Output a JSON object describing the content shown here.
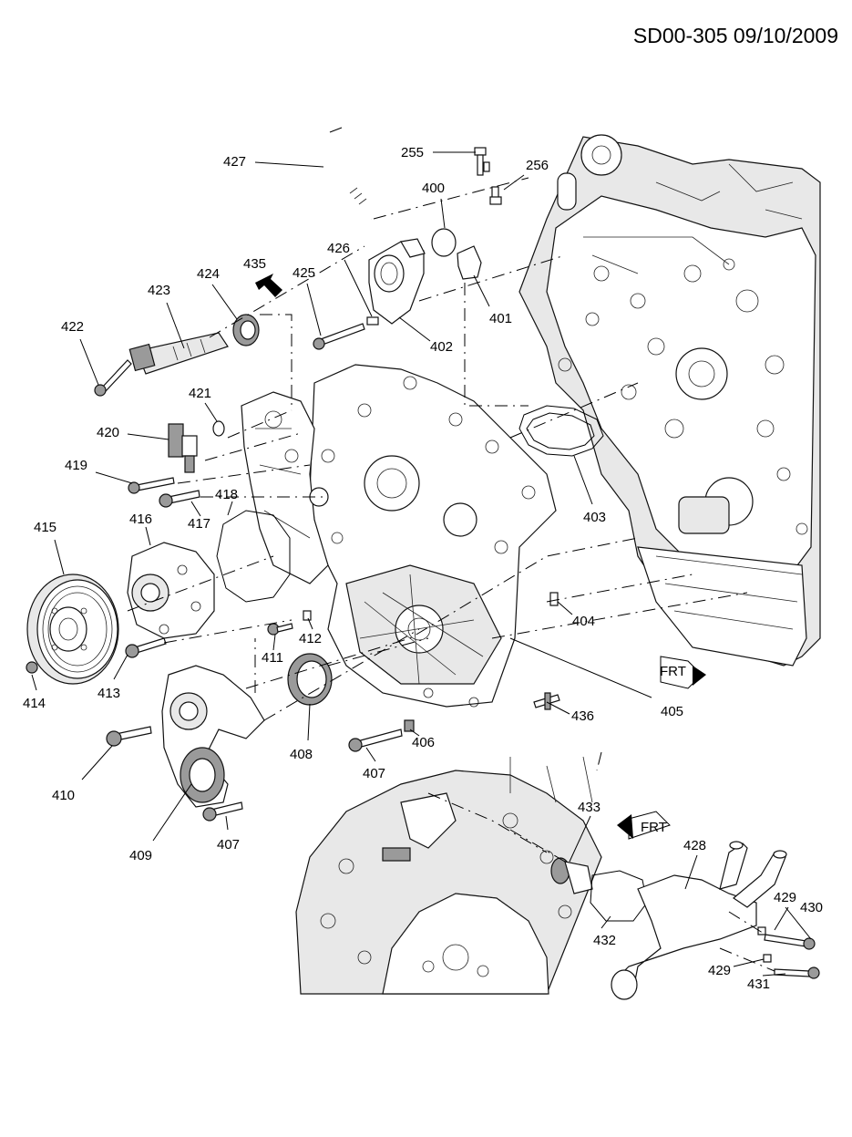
{
  "header": {
    "doc_id": "SD00-305 09/10/2009"
  },
  "callouts": [
    {
      "number": "255"
    },
    {
      "number": "256"
    },
    {
      "number": "400"
    },
    {
      "number": "401"
    },
    {
      "number": "402"
    },
    {
      "number": "403"
    },
    {
      "number": "404"
    },
    {
      "number": "405"
    },
    {
      "number": "406"
    },
    {
      "number": "407"
    },
    {
      "number": "407"
    },
    {
      "number": "408"
    },
    {
      "number": "409"
    },
    {
      "number": "410"
    },
    {
      "number": "411"
    },
    {
      "number": "412"
    },
    {
      "number": "413"
    },
    {
      "number": "414"
    },
    {
      "number": "415"
    },
    {
      "number": "416"
    },
    {
      "number": "417"
    },
    {
      "number": "418"
    },
    {
      "number": "419"
    },
    {
      "number": "420"
    },
    {
      "number": "421"
    },
    {
      "number": "422"
    },
    {
      "number": "423"
    },
    {
      "number": "424"
    },
    {
      "number": "425"
    },
    {
      "number": "426"
    },
    {
      "number": "427"
    },
    {
      "number": "428"
    },
    {
      "number": "429"
    },
    {
      "number": "429"
    },
    {
      "number": "430"
    },
    {
      "number": "431"
    },
    {
      "number": "432"
    },
    {
      "number": "433"
    },
    {
      "number": "435"
    },
    {
      "number": "436"
    }
  ],
  "markers": {
    "front_label": "FRT"
  },
  "colors": {
    "line": "#000000",
    "background": "#ffffff",
    "shade": "#9a9a9a"
  }
}
